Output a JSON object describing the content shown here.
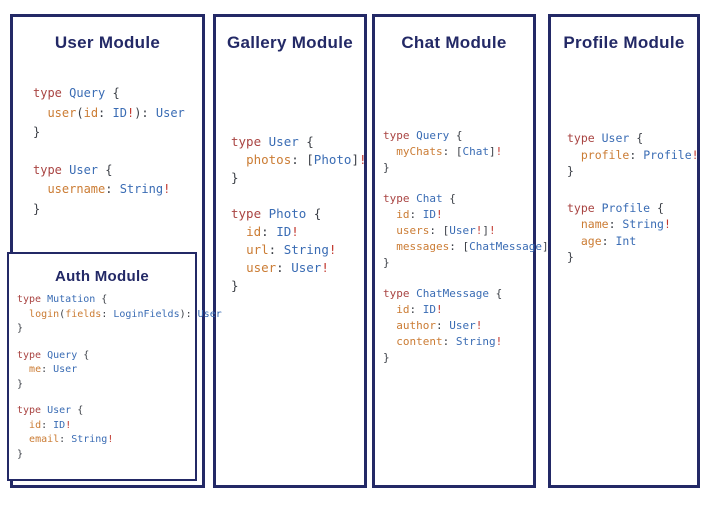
{
  "colors": {
    "border_navy": "#232966",
    "title_navy": "#232966",
    "keyword_red": "#a94442",
    "type_blue": "#3a6cb4",
    "field_orange": "#cb7c34",
    "punctuation_gray": "#3d4148",
    "bang_red": "#c2382e",
    "background": "#ffffff"
  },
  "modules": [
    {
      "id": "user",
      "title": "User Module",
      "blocks": [
        [
          [
            [
              "k",
              "type "
            ],
            [
              "t",
              "Query"
            ],
            [
              "p",
              " {"
            ]
          ],
          [
            [
              "p",
              "  "
            ],
            [
              "f",
              "user"
            ],
            [
              "p",
              "("
            ],
            [
              "f",
              "id"
            ],
            [
              "p",
              ": "
            ],
            [
              "t",
              "ID"
            ],
            [
              "b",
              "!"
            ],
            [
              "p",
              "): "
            ],
            [
              "t",
              "User"
            ]
          ],
          [
            [
              "p",
              "}"
            ]
          ]
        ],
        [
          [
            [
              "k",
              "type "
            ],
            [
              "t",
              "User"
            ],
            [
              "p",
              " {"
            ]
          ],
          [
            [
              "p",
              "  "
            ],
            [
              "f",
              "username"
            ],
            [
              "p",
              ": "
            ],
            [
              "t",
              "String"
            ],
            [
              "b",
              "!"
            ]
          ],
          [
            [
              "p",
              "}"
            ]
          ]
        ]
      ]
    },
    {
      "id": "auth",
      "title": "Auth Module",
      "blocks": [
        [
          [
            [
              "k",
              "type "
            ],
            [
              "t",
              "Mutation"
            ],
            [
              "p",
              " {"
            ]
          ],
          [
            [
              "p",
              "  "
            ],
            [
              "f",
              "login"
            ],
            [
              "p",
              "("
            ],
            [
              "f",
              "fields"
            ],
            [
              "p",
              ": "
            ],
            [
              "t",
              "LoginFields"
            ],
            [
              "p",
              "): "
            ],
            [
              "t",
              "User"
            ]
          ],
          [
            [
              "p",
              "}"
            ]
          ]
        ],
        [
          [
            [
              "k",
              "type "
            ],
            [
              "t",
              "Query"
            ],
            [
              "p",
              " {"
            ]
          ],
          [
            [
              "p",
              "  "
            ],
            [
              "f",
              "me"
            ],
            [
              "p",
              ": "
            ],
            [
              "t",
              "User"
            ]
          ],
          [
            [
              "p",
              "}"
            ]
          ]
        ],
        [
          [
            [
              "k",
              "type "
            ],
            [
              "t",
              "User"
            ],
            [
              "p",
              " {"
            ]
          ],
          [
            [
              "p",
              "  "
            ],
            [
              "f",
              "id"
            ],
            [
              "p",
              ": "
            ],
            [
              "t",
              "ID"
            ],
            [
              "b",
              "!"
            ]
          ],
          [
            [
              "p",
              "  "
            ],
            [
              "f",
              "email"
            ],
            [
              "p",
              ": "
            ],
            [
              "t",
              "String"
            ],
            [
              "b",
              "!"
            ]
          ],
          [
            [
              "p",
              "}"
            ]
          ]
        ]
      ]
    },
    {
      "id": "gallery",
      "title": "Gallery Module",
      "blocks": [
        [
          [
            [
              "k",
              "type "
            ],
            [
              "t",
              "User"
            ],
            [
              "p",
              " {"
            ]
          ],
          [
            [
              "p",
              "  "
            ],
            [
              "f",
              "photos"
            ],
            [
              "p",
              ": ["
            ],
            [
              "t",
              "Photo"
            ],
            [
              "p",
              "]"
            ],
            [
              "b",
              "!"
            ]
          ],
          [
            [
              "p",
              "}"
            ]
          ]
        ],
        [
          [
            [
              "k",
              "type "
            ],
            [
              "t",
              "Photo"
            ],
            [
              "p",
              " {"
            ]
          ],
          [
            [
              "p",
              "  "
            ],
            [
              "f",
              "id"
            ],
            [
              "p",
              ": "
            ],
            [
              "t",
              "ID"
            ],
            [
              "b",
              "!"
            ]
          ],
          [
            [
              "p",
              "  "
            ],
            [
              "f",
              "url"
            ],
            [
              "p",
              ": "
            ],
            [
              "t",
              "String"
            ],
            [
              "b",
              "!"
            ]
          ],
          [
            [
              "p",
              "  "
            ],
            [
              "f",
              "user"
            ],
            [
              "p",
              ": "
            ],
            [
              "t",
              "User"
            ],
            [
              "b",
              "!"
            ]
          ],
          [
            [
              "p",
              "}"
            ]
          ]
        ]
      ]
    },
    {
      "id": "chat",
      "title": "Chat Module",
      "blocks": [
        [
          [
            [
              "k",
              "type "
            ],
            [
              "t",
              "Query"
            ],
            [
              "p",
              " {"
            ]
          ],
          [
            [
              "p",
              "  "
            ],
            [
              "f",
              "myChats"
            ],
            [
              "p",
              ": ["
            ],
            [
              "t",
              "Chat"
            ],
            [
              "p",
              "]"
            ],
            [
              "b",
              "!"
            ]
          ],
          [
            [
              "p",
              "}"
            ]
          ]
        ],
        [
          [
            [
              "k",
              "type "
            ],
            [
              "t",
              "Chat"
            ],
            [
              "p",
              " {"
            ]
          ],
          [
            [
              "p",
              "  "
            ],
            [
              "f",
              "id"
            ],
            [
              "p",
              ": "
            ],
            [
              "t",
              "ID"
            ],
            [
              "b",
              "!"
            ]
          ],
          [
            [
              "p",
              "  "
            ],
            [
              "f",
              "users"
            ],
            [
              "p",
              ": ["
            ],
            [
              "t",
              "User"
            ],
            [
              "b",
              "!"
            ],
            [
              "p",
              "]"
            ],
            [
              "b",
              "!"
            ]
          ],
          [
            [
              "p",
              "  "
            ],
            [
              "f",
              "messages"
            ],
            [
              "p",
              ": ["
            ],
            [
              "t",
              "ChatMessage"
            ],
            [
              "p",
              "]"
            ],
            [
              "b",
              "!"
            ]
          ],
          [
            [
              "p",
              "}"
            ]
          ]
        ],
        [
          [
            [
              "k",
              "type "
            ],
            [
              "t",
              "ChatMessage"
            ],
            [
              "p",
              " {"
            ]
          ],
          [
            [
              "p",
              "  "
            ],
            [
              "f",
              "id"
            ],
            [
              "p",
              ": "
            ],
            [
              "t",
              "ID"
            ],
            [
              "b",
              "!"
            ]
          ],
          [
            [
              "p",
              "  "
            ],
            [
              "f",
              "author"
            ],
            [
              "p",
              ": "
            ],
            [
              "t",
              "User"
            ],
            [
              "b",
              "!"
            ]
          ],
          [
            [
              "p",
              "  "
            ],
            [
              "f",
              "content"
            ],
            [
              "p",
              ": "
            ],
            [
              "t",
              "String"
            ],
            [
              "b",
              "!"
            ]
          ],
          [
            [
              "p",
              "}"
            ]
          ]
        ]
      ]
    },
    {
      "id": "profile",
      "title": "Profile Module",
      "blocks": [
        [
          [
            [
              "k",
              "type "
            ],
            [
              "t",
              "User"
            ],
            [
              "p",
              " {"
            ]
          ],
          [
            [
              "p",
              "  "
            ],
            [
              "f",
              "profile"
            ],
            [
              "p",
              ": "
            ],
            [
              "t",
              "Profile"
            ],
            [
              "b",
              "!"
            ]
          ],
          [
            [
              "p",
              "}"
            ]
          ]
        ],
        [
          [
            [
              "k",
              "type "
            ],
            [
              "t",
              "Profile"
            ],
            [
              "p",
              " {"
            ]
          ],
          [
            [
              "p",
              "  "
            ],
            [
              "f",
              "name"
            ],
            [
              "p",
              ": "
            ],
            [
              "t",
              "String"
            ],
            [
              "b",
              "!"
            ]
          ],
          [
            [
              "p",
              "  "
            ],
            [
              "f",
              "age"
            ],
            [
              "p",
              ": "
            ],
            [
              "t",
              "Int"
            ]
          ],
          [
            [
              "p",
              "}"
            ]
          ]
        ]
      ]
    }
  ]
}
